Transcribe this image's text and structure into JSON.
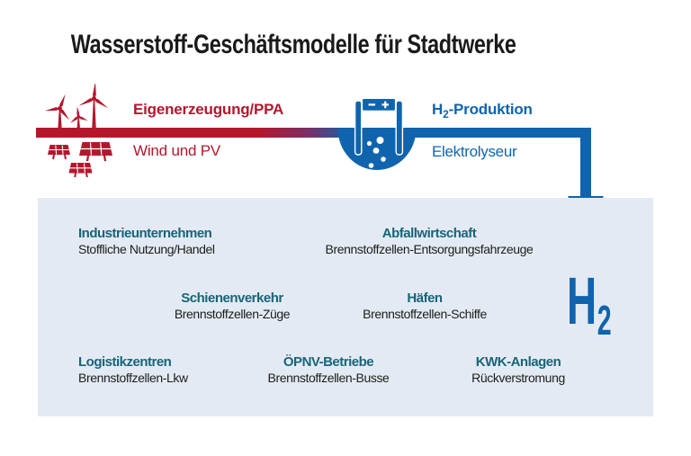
{
  "title": "Wasserstoff-Geschäftsmodelle für Stadtwerke",
  "colors": {
    "red": "#B4172C",
    "blue": "#1064AE",
    "teal_heading": "#17657A",
    "box_background": "#E4EAF3",
    "body_text": "#1d1d1b"
  },
  "flow": {
    "generation": {
      "label": "Eigenerzeugung/PPA",
      "sublabel": "Wind und PV"
    },
    "production": {
      "label_prefix": "H",
      "label_sub": "2",
      "label_suffix": "-Produktion",
      "sublabel": "Elektrolyseur"
    }
  },
  "icons": {
    "generation": "wind-turbines-and-solar-panels",
    "production": "electrolyzer-bowl-with-electrodes",
    "flow": "gradient-arrow-right-then-down"
  },
  "h2_badge": {
    "letter": "H",
    "sub": "2"
  },
  "use_cases": [
    {
      "title": "Industrieunternehmen",
      "subtitle": "Stoffliche Nutzung/Handel"
    },
    {
      "title": "Abfallwirtschaft",
      "subtitle": "Brennstoffzellen-Entsorgungsfahrzeuge"
    },
    {
      "title": "Schienenverkehr",
      "subtitle": "Brennstoffzellen-Züge"
    },
    {
      "title": "Häfen",
      "subtitle": "Brennstoffzellen-Schiffe"
    },
    {
      "title": "Logistikzentren",
      "subtitle": "Brennstoffzellen-Lkw"
    },
    {
      "title": "ÖPNV-Betriebe",
      "subtitle": "Brennstoffzellen-Busse"
    },
    {
      "title": "KWK-Anlagen",
      "subtitle": "Rückverstromung"
    }
  ]
}
